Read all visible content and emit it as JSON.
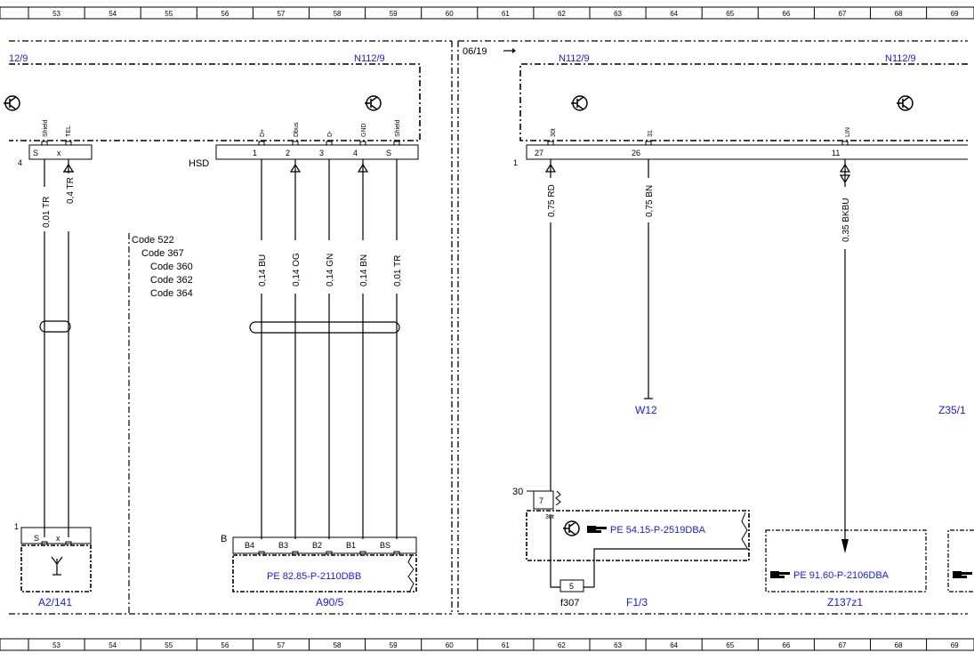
{
  "ruler": {
    "numbers": [
      "53",
      "54",
      "55",
      "56",
      "57",
      "58",
      "59",
      "60",
      "61",
      "62",
      "63",
      "64",
      "65",
      "66",
      "67",
      "68",
      "69"
    ]
  },
  "left_panel": {
    "ref_left": "12/9",
    "ref_right": "N112/9",
    "conn4": {
      "num": "4",
      "pins": [
        "S",
        "x"
      ],
      "sigs": [
        "Shield",
        "TEL"
      ]
    },
    "conn_hsd": {
      "label": "HSD",
      "pins": [
        "1",
        "2",
        "3",
        "4",
        "S"
      ],
      "sigs": [
        "D+",
        "Dbus",
        "D-",
        "GND",
        "Shield"
      ]
    },
    "wires_left": [
      "0,01 TR",
      "0,4 TR"
    ],
    "wires_hsd": [
      "0,14 BU",
      "0,14 OG",
      "0,14 GN",
      "0,14 BN",
      "0,01 TR"
    ],
    "codes": [
      "Code 522",
      "Code 367",
      "Code 360",
      "Code 362",
      "Code 364"
    ],
    "conn1": {
      "num": "1",
      "pins": [
        "S",
        "x"
      ]
    },
    "antenna_label": "A2/141",
    "connB": {
      "num": "B",
      "pins": [
        "B4",
        "B3",
        "B2",
        "B1",
        "BS"
      ]
    },
    "pe_hsd": "PE 82.85-P-2110DBB",
    "hsd_label": "A90/5"
  },
  "right_panel": {
    "date_ref": "06/19",
    "ref_left": "N112/9",
    "ref_right": "N112/9",
    "conn1": {
      "num": "1",
      "pins": [
        "27",
        "26",
        "11"
      ],
      "sigs": [
        "30t",
        "31",
        "LIN"
      ]
    },
    "wires": [
      "0,75 RD",
      "0,75 BN",
      "0,35 BKBU"
    ],
    "w12": "W12",
    "z35": "Z35/1",
    "fuse": {
      "terminal": "30",
      "pin7": "7",
      "term30t": "30t",
      "pe": "PE 54.15-P-2519DBA",
      "fuse_num": "5",
      "fuse_id": "f307",
      "label": "F1/3"
    },
    "z137": {
      "pe": "PE 91.60-P-2106DBA",
      "label": "Z137z1"
    }
  }
}
